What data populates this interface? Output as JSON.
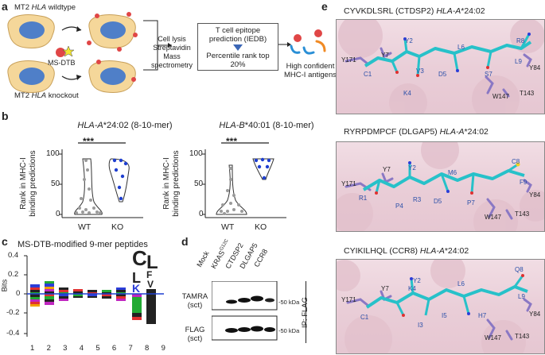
{
  "panels": {
    "a": "a",
    "b": "b",
    "c": "c",
    "d": "d",
    "e": "e"
  },
  "panel_a": {
    "wildtype_pre": "MT2 ",
    "wildtype_hla": "HLA",
    "wildtype_post": " wildtype",
    "knockout_pre": "MT2 ",
    "knockout_hla": "HLA",
    "knockout_post": " knockout",
    "reagent": "MS-DTB",
    "step1_line1": "Cell lysis",
    "step1_line2": "Streptavidin",
    "step1_line3": "Mass",
    "step1_line4": "spectrometry",
    "box_line1": "T cell epitope",
    "box_line2": "prediction (IEDB)",
    "box_line3": "Percentile rank top",
    "box_line4": "20%",
    "result_line1": "High confident",
    "result_line2": "MHC-I antigens"
  },
  "panel_b": {
    "ylabel_line1": "Rank in MHC-I",
    "ylabel_line2": "binding predictions",
    "significance": "***",
    "plots": [
      {
        "title_gene": "HLA-A",
        "title_rest": "*24:02 (8-10-mer)",
        "categories": [
          "WT",
          "KO"
        ],
        "yticks": [
          "0",
          "50",
          "100"
        ]
      },
      {
        "title_gene": "HLA-B",
        "title_rest": "*40:01 (8-10-mer)",
        "categories": [
          "WT",
          "KO"
        ],
        "yticks": [
          "0",
          "50",
          "100"
        ]
      }
    ]
  },
  "panel_c": {
    "title": "MS-DTB-modified 9-mer peptides",
    "ylabel": "Bits",
    "yticks": [
      "0.4",
      "0.2",
      "0",
      "-0.2",
      "-0.4"
    ],
    "positions": [
      "1",
      "2",
      "3",
      "4",
      "5",
      "6",
      "7",
      "8",
      "9"
    ]
  },
  "panel_d": {
    "lanes": [
      "Mock",
      "KRAS",
      "CTDSP2",
      "DLGAP5",
      "CCR8"
    ],
    "kras_superscript": "G12C",
    "row1_label": "TAMRA",
    "row1_sub": "(sct)",
    "row2_label": "FLAG",
    "row2_sub": "(sct)",
    "marker": "-50 kDa",
    "ip_label": "IP: FLAG"
  },
  "panel_e": [
    {
      "title_pre": "CYVKDLSRL (CTDSP2) ",
      "title_hla": "HLA-A",
      "title_post": "*24:02",
      "residues_peptide": [
        "C1",
        "Y2",
        "V3",
        "K4",
        "D5",
        "L6",
        "S7",
        "R8",
        "L9"
      ],
      "residues_mhc": [
        "Y171",
        "Y7",
        "W147",
        "T143",
        "Y84"
      ]
    },
    {
      "title_pre": "RYRPDMPCF (DLGAP5) ",
      "title_hla": "HLA-A",
      "title_post": "*24:02",
      "residues_peptide": [
        "R1",
        "Y2",
        "R3",
        "P4",
        "D5",
        "M6",
        "P7",
        "C8",
        "F9"
      ],
      "residues_mhc": [
        "Y171",
        "Y7",
        "W147",
        "T143",
        "Y84"
      ]
    },
    {
      "title_pre": "CYIKILHQL (CCR8) ",
      "title_hla": "HLA-A",
      "title_post": "*24:02",
      "residues_peptide": [
        "C1",
        "Y2",
        "I3",
        "K4",
        "I5",
        "L6",
        "H7",
        "Q8",
        "L9"
      ],
      "residues_mhc": [
        "Y171",
        "Y7",
        "W147",
        "T143",
        "Y84"
      ]
    }
  ],
  "colors": {
    "peptide": "#27c1c9",
    "mhc_sticks": "#8a78c4",
    "surface": "#ecd3dc",
    "dots": "#1f3fd0",
    "gray_dots": "#9a9a9a"
  }
}
